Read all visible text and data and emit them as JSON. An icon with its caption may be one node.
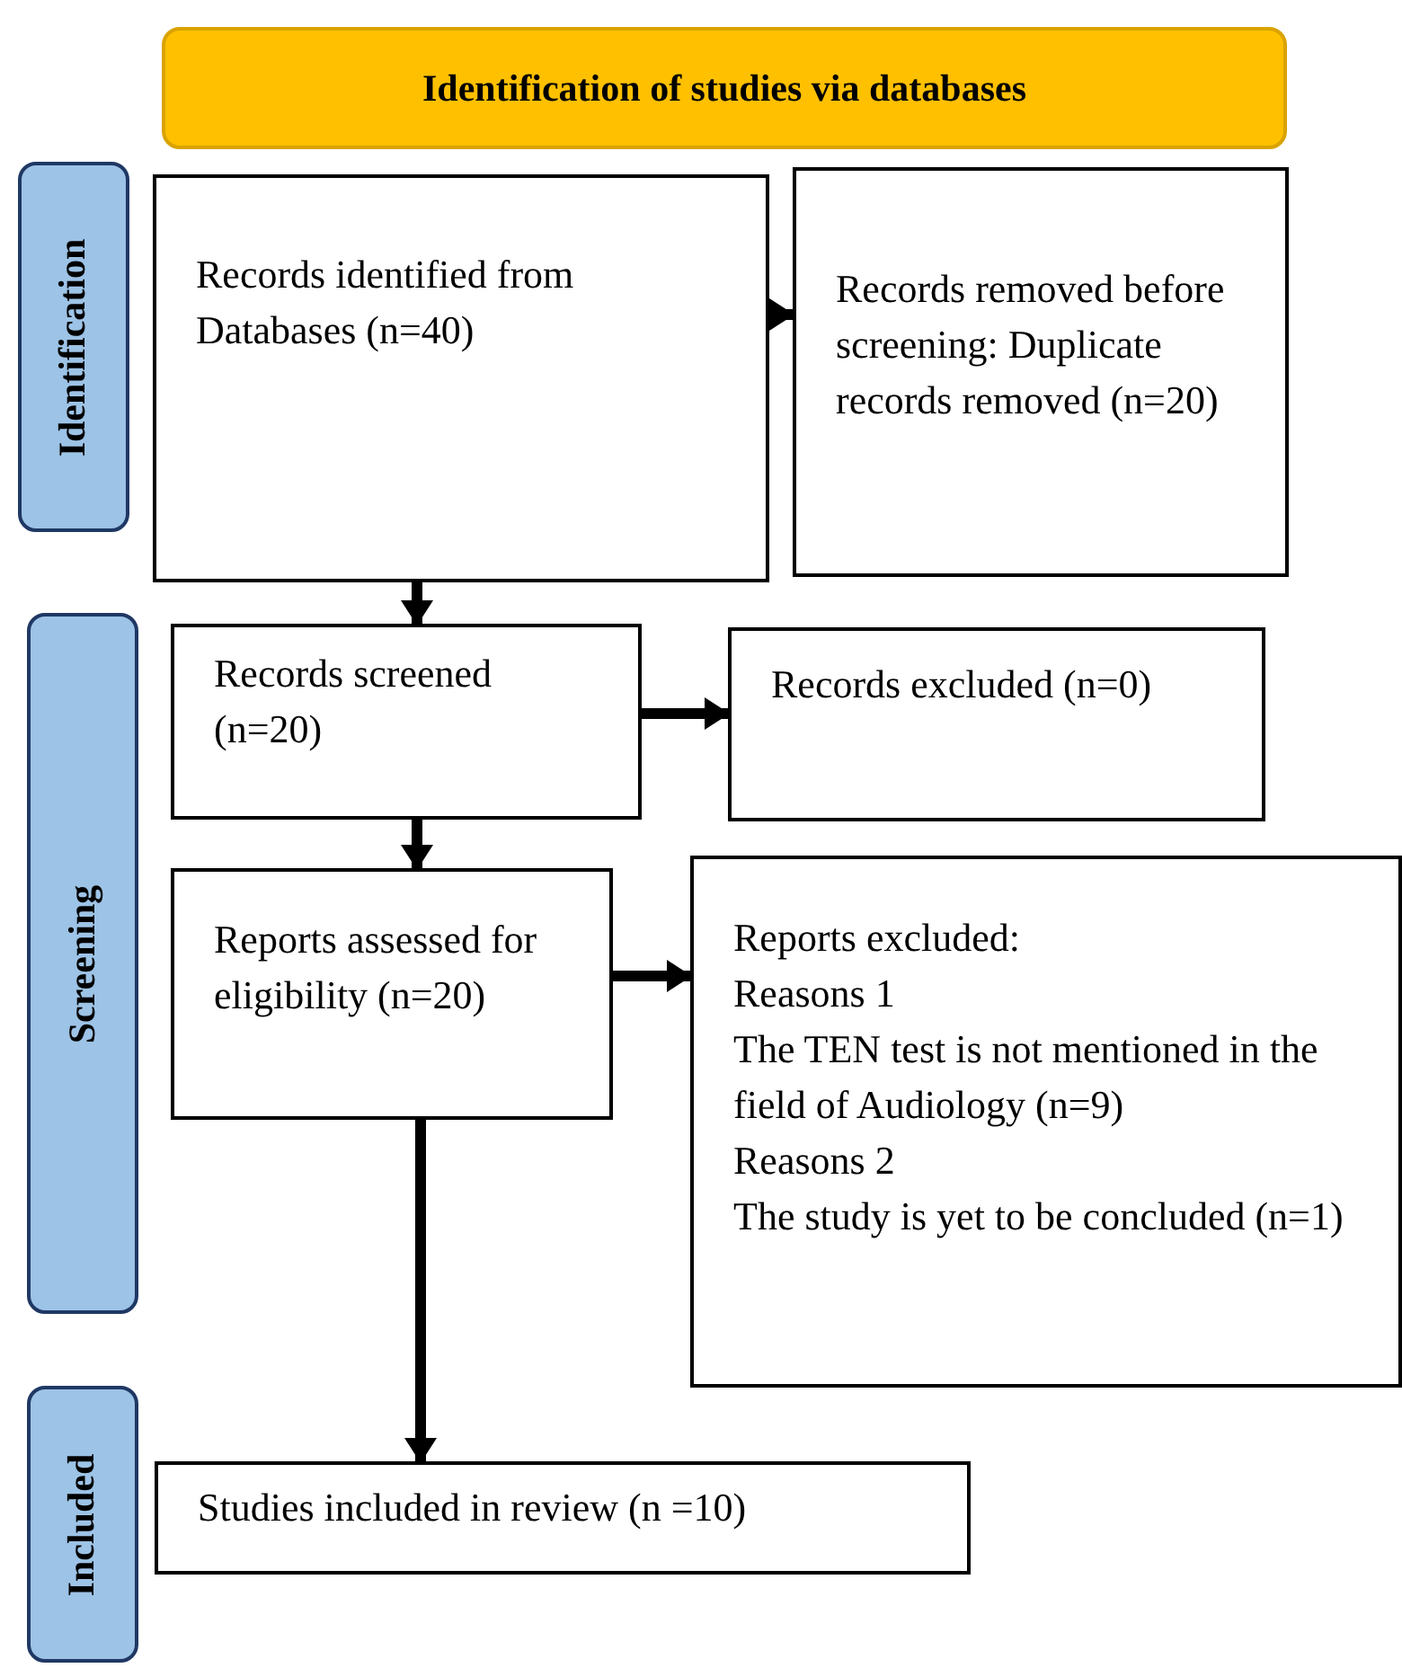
{
  "diagram": {
    "title": "Identification of studies via databases",
    "nodes": [
      {
        "text": [
          "Identification"
        ]
      },
      {
        "text": [
          "Screening"
        ]
      },
      {
        "text": [
          "Included"
        ]
      },
      {
        "text": [
          "Records identified from Databases (n=40)"
        ]
      },
      {
        "text": [
          "Records removed before screening: Duplicate records removed (n=20)"
        ]
      },
      {
        "text": [
          "Records screened (n=20)"
        ]
      },
      {
        "text": [
          "Records excluded (n=0)"
        ]
      },
      {
        "text": [
          "Reports assessed for eligibility (n=20)"
        ]
      },
      {
        "text": [
          "Reports excluded:",
          "Reasons 1",
          "The TEN test is not mentioned in the field of Audiology (n=9)",
          "Reasons 2",
          "The study is yet to be concluded (n=1)"
        ]
      },
      {
        "text": [
          "Studies included in review (n =10)"
        ]
      }
    ],
    "edges": [
      {
        "from": 3,
        "to": 4,
        "arrow": "to"
      },
      {
        "from": 3,
        "to": 5,
        "arrow": "to"
      },
      {
        "from": 5,
        "to": 6,
        "arrow": "to"
      },
      {
        "from": 5,
        "to": 7,
        "arrow": "to"
      },
      {
        "from": 7,
        "to": 8,
        "arrow": "to"
      },
      {
        "from": 7,
        "to": 9,
        "arrow": "to"
      }
    ]
  }
}
